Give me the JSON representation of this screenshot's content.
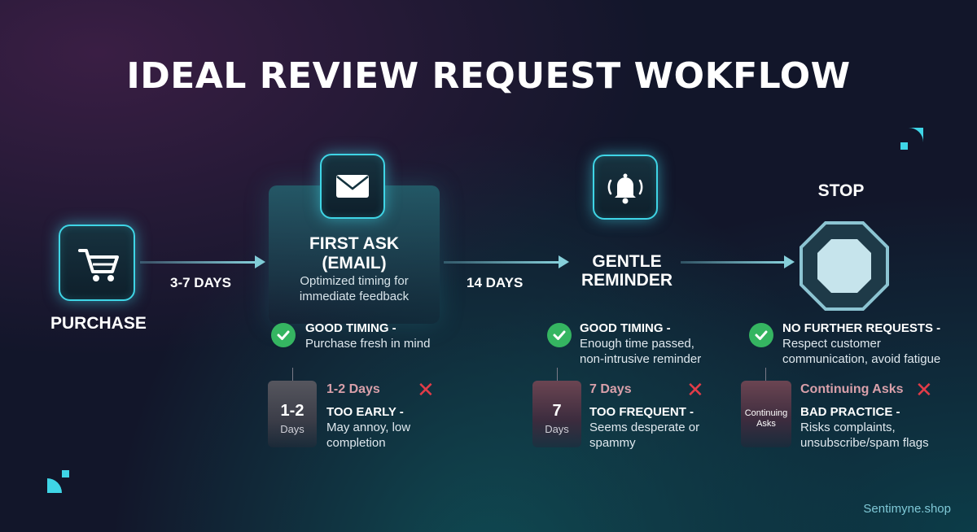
{
  "title": "IDEAL REVIEW REQUEST WOKFLOW",
  "stages": {
    "purchase": {
      "label": "PURCHASE",
      "icon": "shopping-cart-icon"
    },
    "first_ask": {
      "title_line1": "FIRST ASK",
      "title_line2": "(EMAIL)",
      "sub_line1": "Optimized timing for",
      "sub_line2": "immediate feedback",
      "icon": "envelope-icon"
    },
    "reminder": {
      "title_line1": "GENTLE",
      "title_line2": "REMINDER",
      "icon": "bell-icon"
    },
    "stop": {
      "label": "STOP",
      "icon": "stop-octagon-icon"
    }
  },
  "arrows": {
    "a1": "3-7 DAYS",
    "a2": "14 DAYS"
  },
  "good": [
    {
      "head": "GOOD TIMING -",
      "text1": "Purchase fresh in mind",
      "text2": ""
    },
    {
      "head": "GOOD TIMING -",
      "text1": "Enough time passed,",
      "text2": "non-intrusive reminder"
    },
    {
      "head": "NO FURTHER REQUESTS -",
      "text1": "Respect customer",
      "text2": "communication, avoid fatigue"
    }
  ],
  "bad": [
    {
      "card_num": "1-2",
      "card_unit": "Days",
      "days": "1-2 Days",
      "head": "TOO EARLY -",
      "text1": "May annoy, low",
      "text2": "completion"
    },
    {
      "card_num": "7",
      "card_unit": "Days",
      "days": "7 Days",
      "head": "TOO FREQUENT -",
      "text1": "Seems desperate or",
      "text2": "spammy"
    },
    {
      "card_line1": "Continuing",
      "card_line2": "Asks",
      "days": "Continuing Asks",
      "head": "BAD PRACTICE -",
      "text1": "Risks complaints,",
      "text2": "unsubscribe/spam flags"
    }
  ],
  "footer": "Sentimyne.shop",
  "colors": {
    "accent": "#3fd5e6",
    "good": "#35b561",
    "bad": "#e23c48"
  }
}
